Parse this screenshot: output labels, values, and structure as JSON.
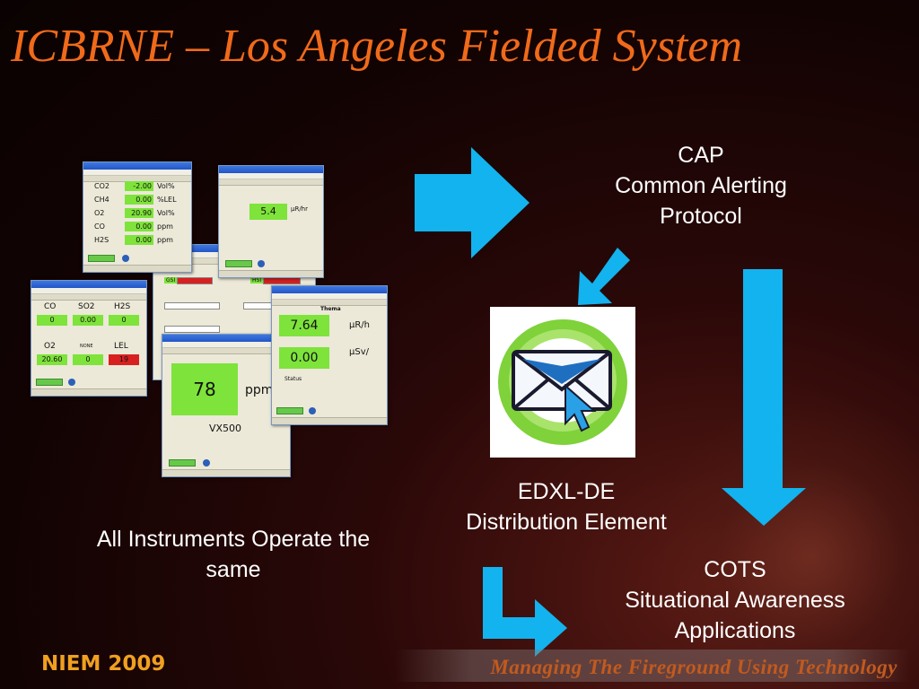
{
  "slide": {
    "title": "ICBRNE – Los Angeles Fielded System",
    "footer_left": "NIEM 2009",
    "footer_right": "Managing The Fireground Using Technology"
  },
  "captions": {
    "cap": [
      "CAP",
      "Common Alerting",
      "Protocol"
    ],
    "edxl": [
      "EDXL-DE",
      "Distribution Element"
    ],
    "cots": [
      "COTS",
      "Situational Awareness",
      "Applications"
    ],
    "instruments": [
      "All Instruments Operate the",
      "same"
    ]
  },
  "windows": {
    "gas_panel": {
      "rows": [
        {
          "name": "CO2",
          "value": "-2.00",
          "unit": "Vol%"
        },
        {
          "name": "CH4",
          "value": "0.00",
          "unit": "%LEL"
        },
        {
          "name": "O2",
          "value": "20.90",
          "unit": "Vol%"
        },
        {
          "name": "CO",
          "value": "0.00",
          "unit": "ppm"
        },
        {
          "name": "H2S",
          "value": "0.00",
          "unit": "ppm"
        }
      ]
    },
    "rad_small": {
      "value": "5.4",
      "unit": "µR/hr"
    },
    "multi_gas": {
      "row1": [
        {
          "name": "CO",
          "value": "0"
        },
        {
          "name": "SO2",
          "value": "0.00"
        },
        {
          "name": "H2S",
          "value": "0"
        }
      ],
      "row2": [
        {
          "name": "O2",
          "value": "20.60"
        },
        {
          "name": "",
          "value": "0",
          "sub": "NONE"
        },
        {
          "name": "LEL",
          "value": "19"
        }
      ]
    },
    "back_middle": {
      "label_left": "GSI",
      "label_right": "HSI"
    },
    "vx500": {
      "value": "78",
      "unit": "ppm",
      "label": "VX500"
    },
    "thema": {
      "heading": "Thema",
      "rate": {
        "value": "7.64",
        "unit": "µR/h"
      },
      "dose": {
        "value": "0.00",
        "unit": "µSv/"
      },
      "status_label": "Status"
    }
  },
  "colors": {
    "title": "#f06a1a",
    "arrow": "#12b3ee",
    "reading_green": "#7ee33b",
    "alarm_red": "#d82020"
  }
}
